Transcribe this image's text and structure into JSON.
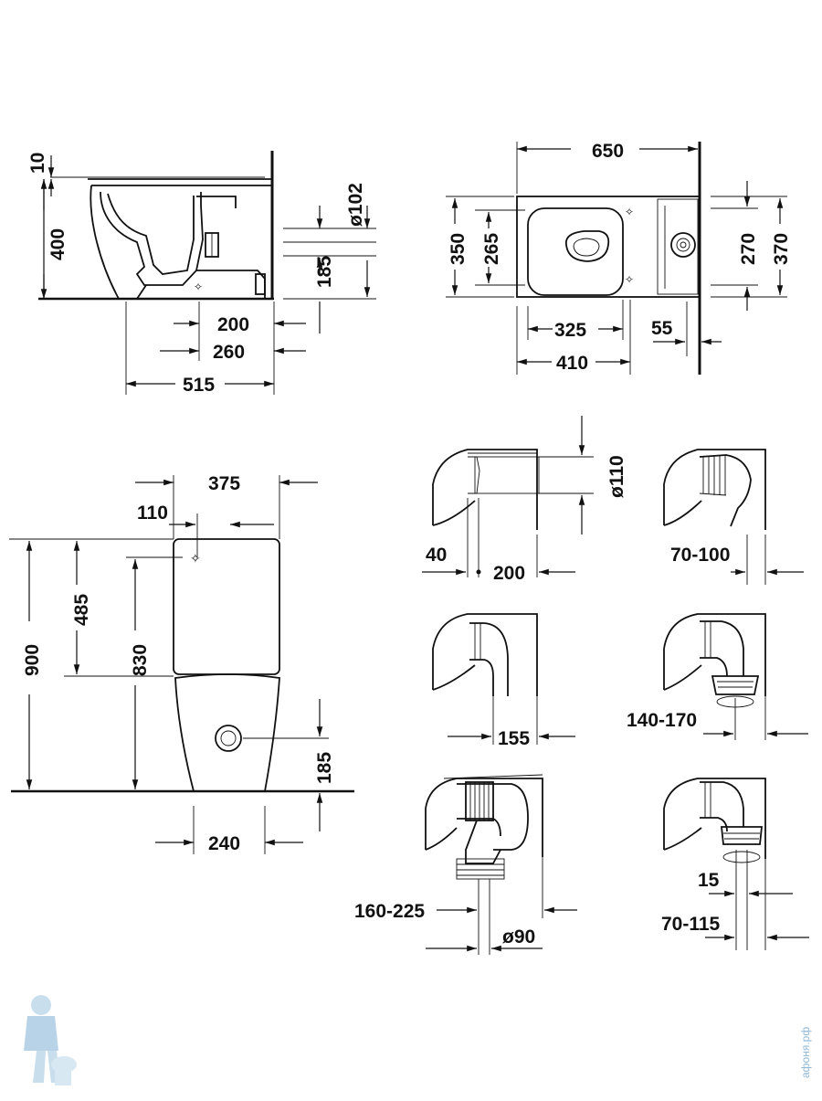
{
  "side_view": {
    "d_10": "10",
    "d_400": "400",
    "d_102": "ø102",
    "d_185": "185",
    "d_200": "200",
    "d_260": "260",
    "d_515": "515"
  },
  "top_view": {
    "d_650": "650",
    "d_350": "350",
    "d_265": "265",
    "d_270": "270",
    "d_370": "370",
    "d_325": "325",
    "d_55": "55",
    "d_410": "410"
  },
  "front_view": {
    "d_375": "375",
    "d_110": "110",
    "d_900": "900",
    "d_485": "485",
    "d_830": "830",
    "d_185": "185",
    "d_240": "240"
  },
  "connections": {
    "a_110": "ø110",
    "a_40": "40",
    "a_200": "200",
    "b_70_100": "70-100",
    "c_155": "155",
    "d_140_170": "140-170",
    "e_160_225": "160-225",
    "e_90": "ø90",
    "f_15": "15",
    "f_70_115": "70-115"
  },
  "watermark": {
    "site": "афоня.рф"
  }
}
